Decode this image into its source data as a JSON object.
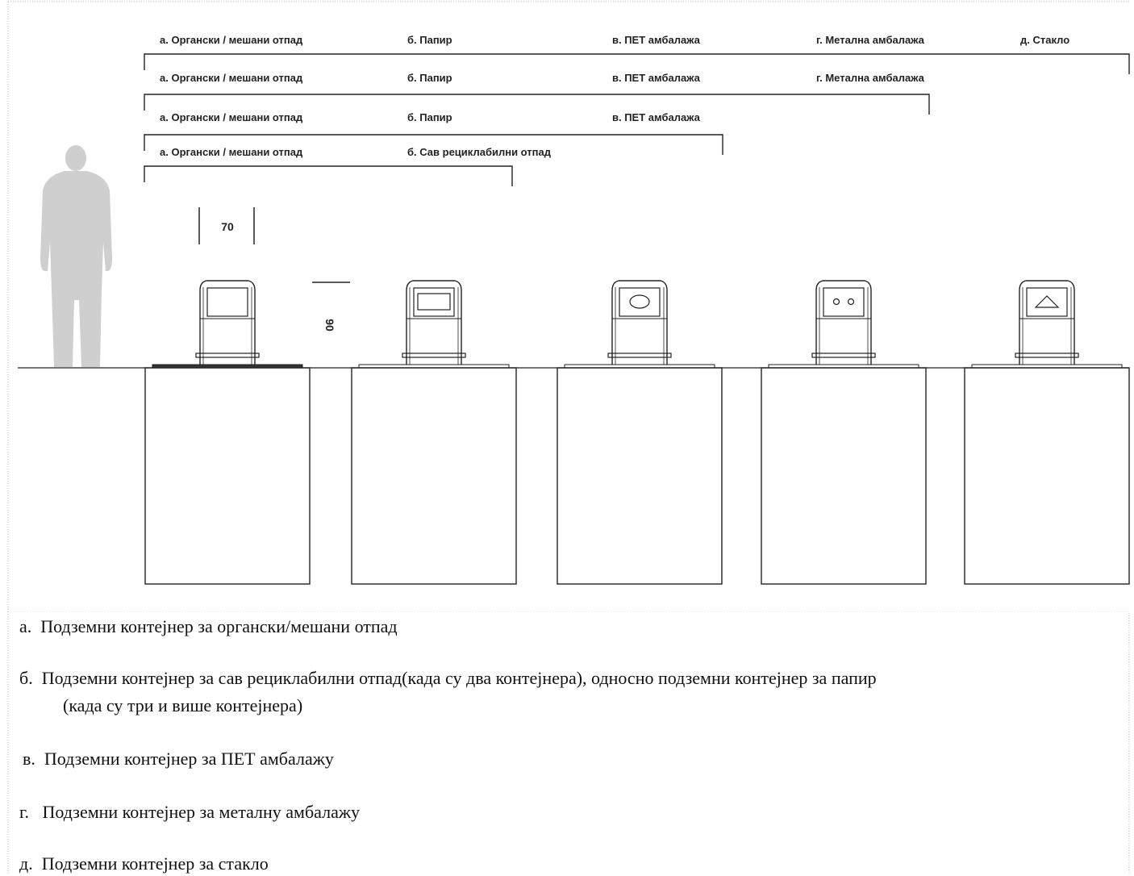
{
  "diagram": {
    "configurations": [
      [
        "а. Органски / мешани отпад",
        "б. Папир",
        "в. ПЕТ амбалажа",
        "г. Метална амбалажа",
        "д. Стакло"
      ],
      [
        "а. Органски / мешани отпад",
        "б. Папир",
        "в. ПЕТ амбалажа",
        "г. Метална амбалажа"
      ],
      [
        "а. Органски / мешани отпад",
        "б. Папир",
        "в. ПЕТ амбалажа"
      ],
      [
        "а. Органски / мешани отпад",
        "б. Сав рециклабилни отпад"
      ]
    ],
    "dimension_width": "70",
    "dimension_height": "90",
    "container_icons": [
      "blank-slot-icon",
      "rectangle-slot-icon",
      "circle-slot-icon",
      "two-holes-slot-icon",
      "triangle-slot-icon"
    ],
    "colors": {
      "line": "#222222",
      "figure": "#cfcfcf"
    }
  },
  "legend": [
    {
      "letter": "а.",
      "text": "Подземни контејнер за органски/мешани отпад"
    },
    {
      "letter": "б.",
      "text": "Подземни контејнер за сав рециклабилни отпад(када су два контејнера), односно подземни контејнер за папир",
      "continuation": "(када су три и више контејнера)"
    },
    {
      "letter": "в.",
      "text": "Подземни контејнер за ПЕТ амбалажу"
    },
    {
      "letter": "г.",
      "text": "Подземни контејнер за металну амбалажу"
    },
    {
      "letter": "д.",
      "text": "Подземни контејнер за стакло"
    }
  ]
}
